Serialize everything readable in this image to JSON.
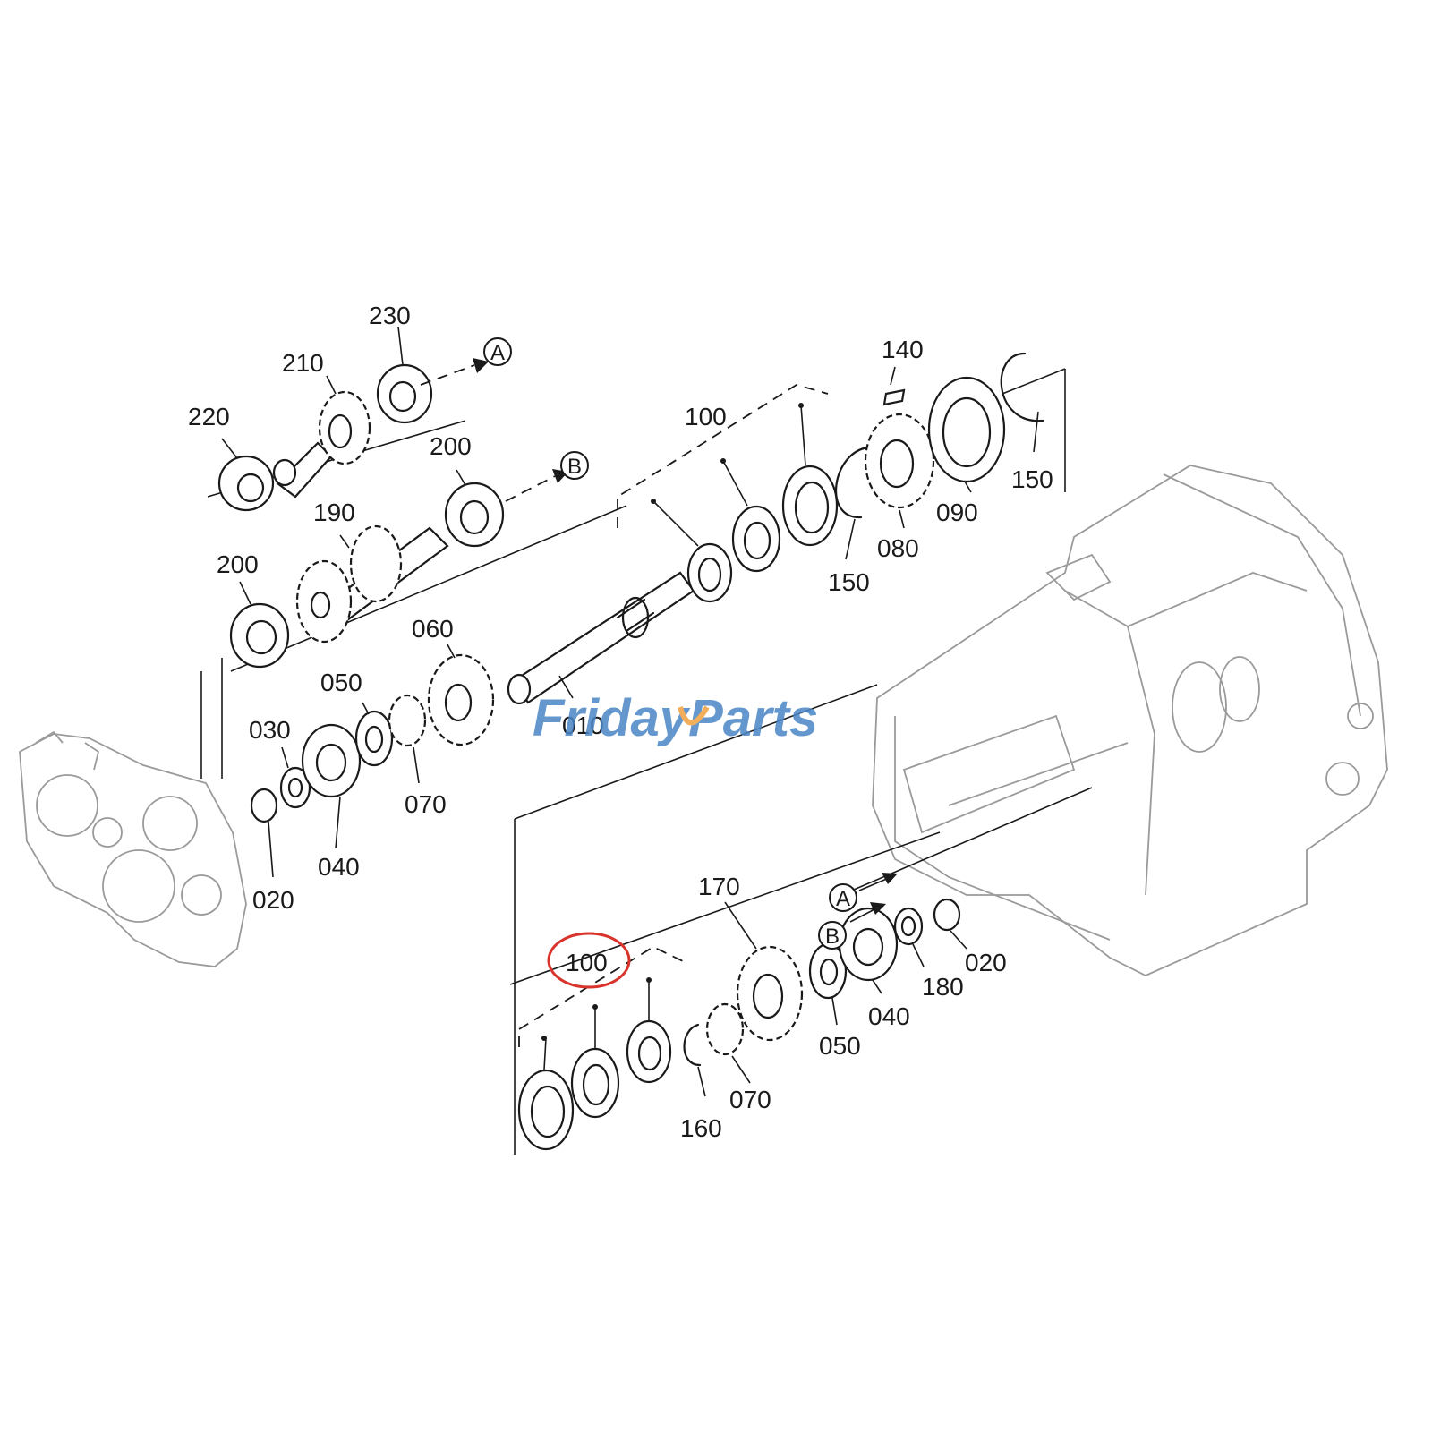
{
  "callouts": {
    "p230": "230",
    "p210": "210",
    "p220": "220",
    "p200_top": "200",
    "p190": "190",
    "p200_left": "200",
    "p100_top": "100",
    "p140": "140",
    "p150_right": "150",
    "p090": "090",
    "p080": "080",
    "p150_mid": "150",
    "p060": "060",
    "p010": "010",
    "p050_top": "050",
    "p030": "030",
    "p040_top": "040",
    "p070_top": "070",
    "p020_top": "020",
    "p170": "170",
    "p100_bottom": "100",
    "p050_bottom": "050",
    "p040_bottom": "040",
    "p180": "180",
    "p020_bottom": "020",
    "p070_bottom": "070",
    "p160": "160"
  },
  "markers": {
    "a": "A",
    "b": "B"
  },
  "watermark": {
    "part1": "Friday",
    "part2": "Parts",
    "color_blue": "#4a86c5",
    "color_orange": "#f0a040"
  },
  "highlight_color": "#d9342b"
}
